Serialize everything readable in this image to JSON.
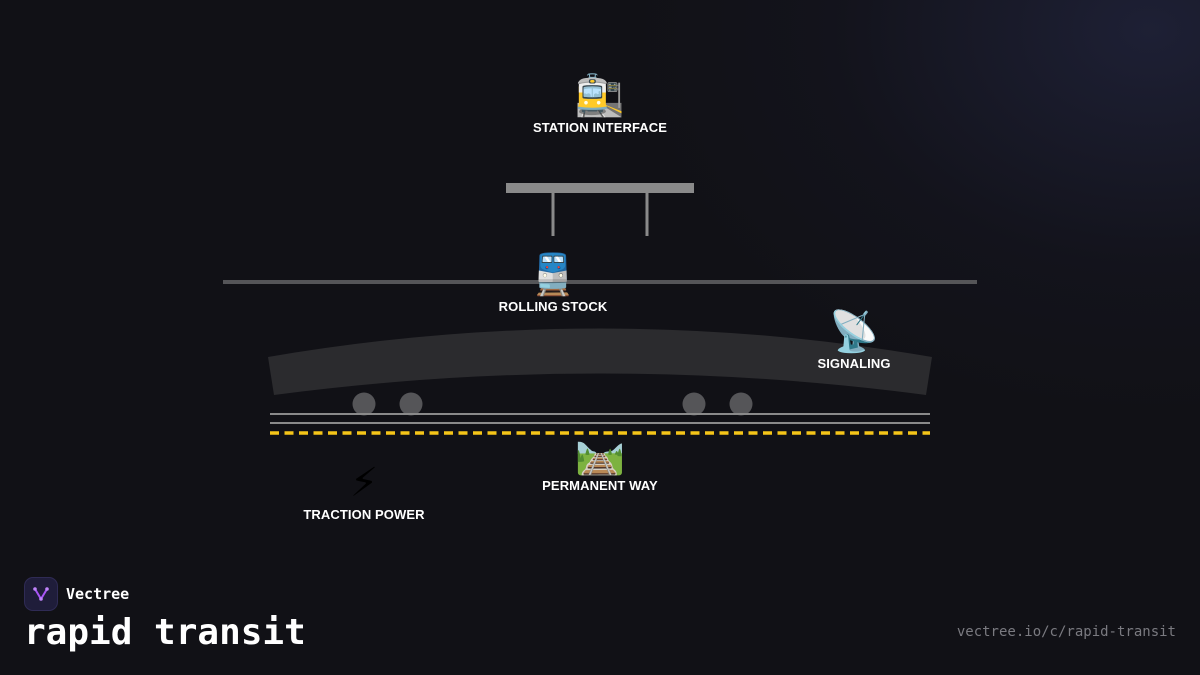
{
  "diagram": {
    "nodes": [
      {
        "id": "station-interface",
        "emoji": "🚉",
        "label": "STATION INTERFACE"
      },
      {
        "id": "rolling-stock",
        "emoji": "🚆",
        "label": "ROLLING STOCK"
      },
      {
        "id": "signaling",
        "emoji": "📡",
        "label": "SIGNALING"
      },
      {
        "id": "permanent-way",
        "emoji": "🛤️",
        "label": "PERMANENT WAY"
      },
      {
        "id": "traction-power",
        "emoji": "⚡",
        "label": "TRACTION POWER"
      }
    ]
  },
  "brand": {
    "name": "Vectree",
    "icon": "vectree-logo-icon",
    "accent_color": "#a855f7"
  },
  "title": "rapid transit",
  "url": "vectree.io/c/rapid-transit",
  "colors": {
    "background": "#111116",
    "structure": "#2b2b2e",
    "rail": "#8a8a8a",
    "power_rail": "#f5c518",
    "text": "#ffffff",
    "muted_text": "#7a7a80"
  }
}
